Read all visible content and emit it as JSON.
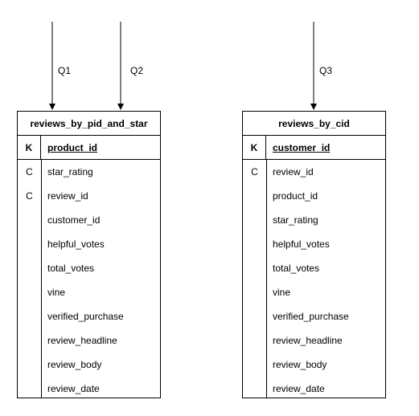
{
  "queries": [
    {
      "label": "Q1"
    },
    {
      "label": "Q2"
    },
    {
      "label": "Q3"
    }
  ],
  "tables": [
    {
      "name": "reviews_by_pid_and_star",
      "partition_key": {
        "key": "K",
        "column": "product_id"
      },
      "columns": [
        {
          "key": "C",
          "name": "star_rating"
        },
        {
          "key": "C",
          "name": "review_id"
        },
        {
          "key": "",
          "name": "customer_id"
        },
        {
          "key": "",
          "name": "helpful_votes"
        },
        {
          "key": "",
          "name": "total_votes"
        },
        {
          "key": "",
          "name": "vine"
        },
        {
          "key": "",
          "name": "verified_purchase"
        },
        {
          "key": "",
          "name": "review_headline"
        },
        {
          "key": "",
          "name": "review_body"
        },
        {
          "key": "",
          "name": "review_date"
        }
      ]
    },
    {
      "name": "reviews_by_cid",
      "partition_key": {
        "key": "K",
        "column": "customer_id"
      },
      "columns": [
        {
          "key": "C",
          "name": "review_id"
        },
        {
          "key": "",
          "name": "product_id"
        },
        {
          "key": "",
          "name": "star_rating"
        },
        {
          "key": "",
          "name": "helpful_votes"
        },
        {
          "key": "",
          "name": "total_votes"
        },
        {
          "key": "",
          "name": "vine"
        },
        {
          "key": "",
          "name": "verified_purchase"
        },
        {
          "key": "",
          "name": "review_headline"
        },
        {
          "key": "",
          "name": "review_body"
        },
        {
          "key": "",
          "name": "review_date"
        }
      ]
    }
  ]
}
